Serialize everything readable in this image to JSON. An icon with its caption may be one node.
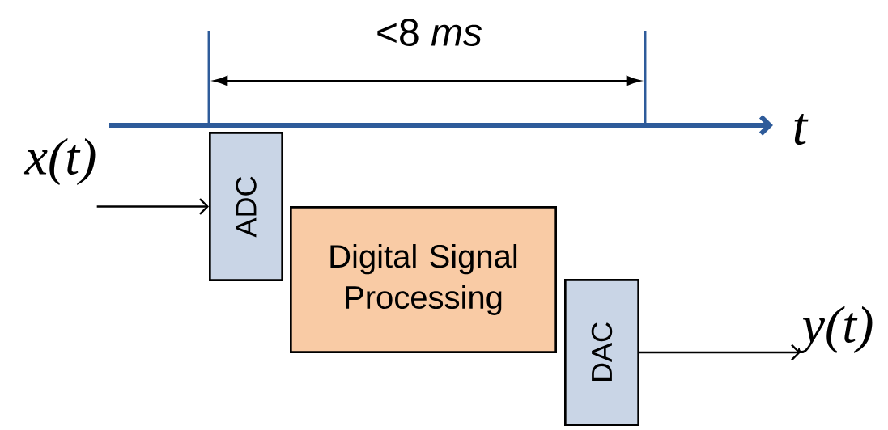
{
  "diagram": {
    "nodes": [
      {
        "text": [
          "x(t)"
        ]
      },
      {
        "text": [
          "ADC"
        ]
      },
      {
        "text": [
          "Digital Signal Processing"
        ]
      },
      {
        "text": [
          "DAC"
        ]
      },
      {
        "text": [
          "y(t)"
        ]
      }
    ],
    "edges": [
      {
        "from": 0,
        "to": 1,
        "arrow": "to"
      },
      {
        "from": 3,
        "to": 4,
        "arrow": "to"
      }
    ],
    "labels": [
      "<8 *ms*",
      "t"
    ]
  }
}
